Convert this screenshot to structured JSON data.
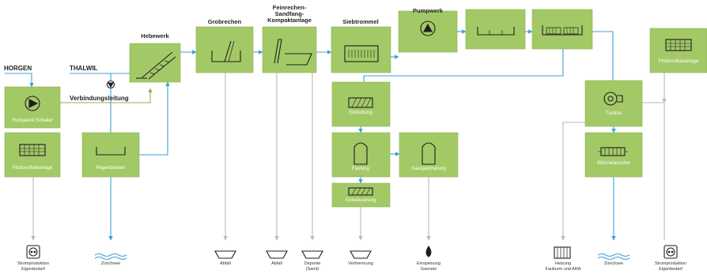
{
  "colors": {
    "box_fill": "#a3c966",
    "box_stroke": "#8ab54f",
    "water_flow": "#3da0d6",
    "green_flow": "#8ab54f",
    "output_line": "#b9b9b9"
  },
  "sources": {
    "horgen": "HORGEN",
    "thalwil": "THALWIL",
    "connection": "Verbindungsleitung"
  },
  "titles": {
    "hebewerk": "Hebewerk",
    "grobrechen": "Grobrechen",
    "feinrechen": "Feinrechen-\nSandfang-\nKompaktanlage",
    "siebtrommel": "Siebtrommel",
    "pumpwerk": "Pumpwerk"
  },
  "boxes": {
    "pumpwerk_schellen": {
      "label": "Pumpwerk Scheller",
      "icon": "pump-icon"
    },
    "photovoltaik_left": {
      "label": "Photovoltaikanlage",
      "icon": "solar-panel-icon"
    },
    "regenbecken": {
      "label": "Regenbecken",
      "icon": "basin-icon"
    },
    "hebewerk": {
      "label": "",
      "icon": "screw-lift-icon"
    },
    "grobrechen": {
      "label": "",
      "icon": "coarse-screen-icon"
    },
    "feinrechen": {
      "label": "",
      "icon": "fine-screen-icon"
    },
    "siebtrommel": {
      "label": "",
      "icon": "drum-screen-icon"
    },
    "pumpwerk": {
      "label": "",
      "icon": "pump-icon"
    },
    "basin_1": {
      "label": "",
      "icon": "basin-icon"
    },
    "basin_2": {
      "label": "",
      "icon": "filter-basin-icon"
    },
    "eindickung": {
      "label": "Eindickung",
      "icon": "thickener-icon"
    },
    "faulung": {
      "label": "Faulung",
      "icon": "digester-icon"
    },
    "gasspeicherung": {
      "label": "Gasspeicherung",
      "icon": "gas-tank-icon"
    },
    "entwaesserung": {
      "label": "Entwässerung",
      "icon": "dewatering-icon"
    },
    "turbine": {
      "label": "Turbine",
      "icon": "turbine-icon"
    },
    "waermetauscher": {
      "label": "Wärmetauscher",
      "icon": "heat-exchanger-icon"
    },
    "photovoltaik_right": {
      "label": "Photovoltaikanlage",
      "icon": "solar-panel-icon"
    }
  },
  "outputs": [
    {
      "label": "Stromproduktion\nEigenbedarf",
      "icon": "socket-icon"
    },
    {
      "label": "Zürichsee",
      "icon": "water-icon"
    },
    {
      "label": "Abfall",
      "icon": "container-icon"
    },
    {
      "label": "Abfall",
      "icon": "container-icon"
    },
    {
      "label": "Deponie\n(Sand)",
      "icon": "container-icon"
    },
    {
      "label": "Verbrennung",
      "icon": "container-icon"
    },
    {
      "label": "Einspeisung\nGasnetz",
      "icon": "flame-icon"
    },
    {
      "label": "Heizung\nFaulturm und ARA",
      "icon": "radiator-icon"
    },
    {
      "label": "Zürichsee",
      "icon": "water-icon"
    },
    {
      "label": "Stromproduktion\nEigenbedarf",
      "icon": "socket-icon"
    }
  ]
}
